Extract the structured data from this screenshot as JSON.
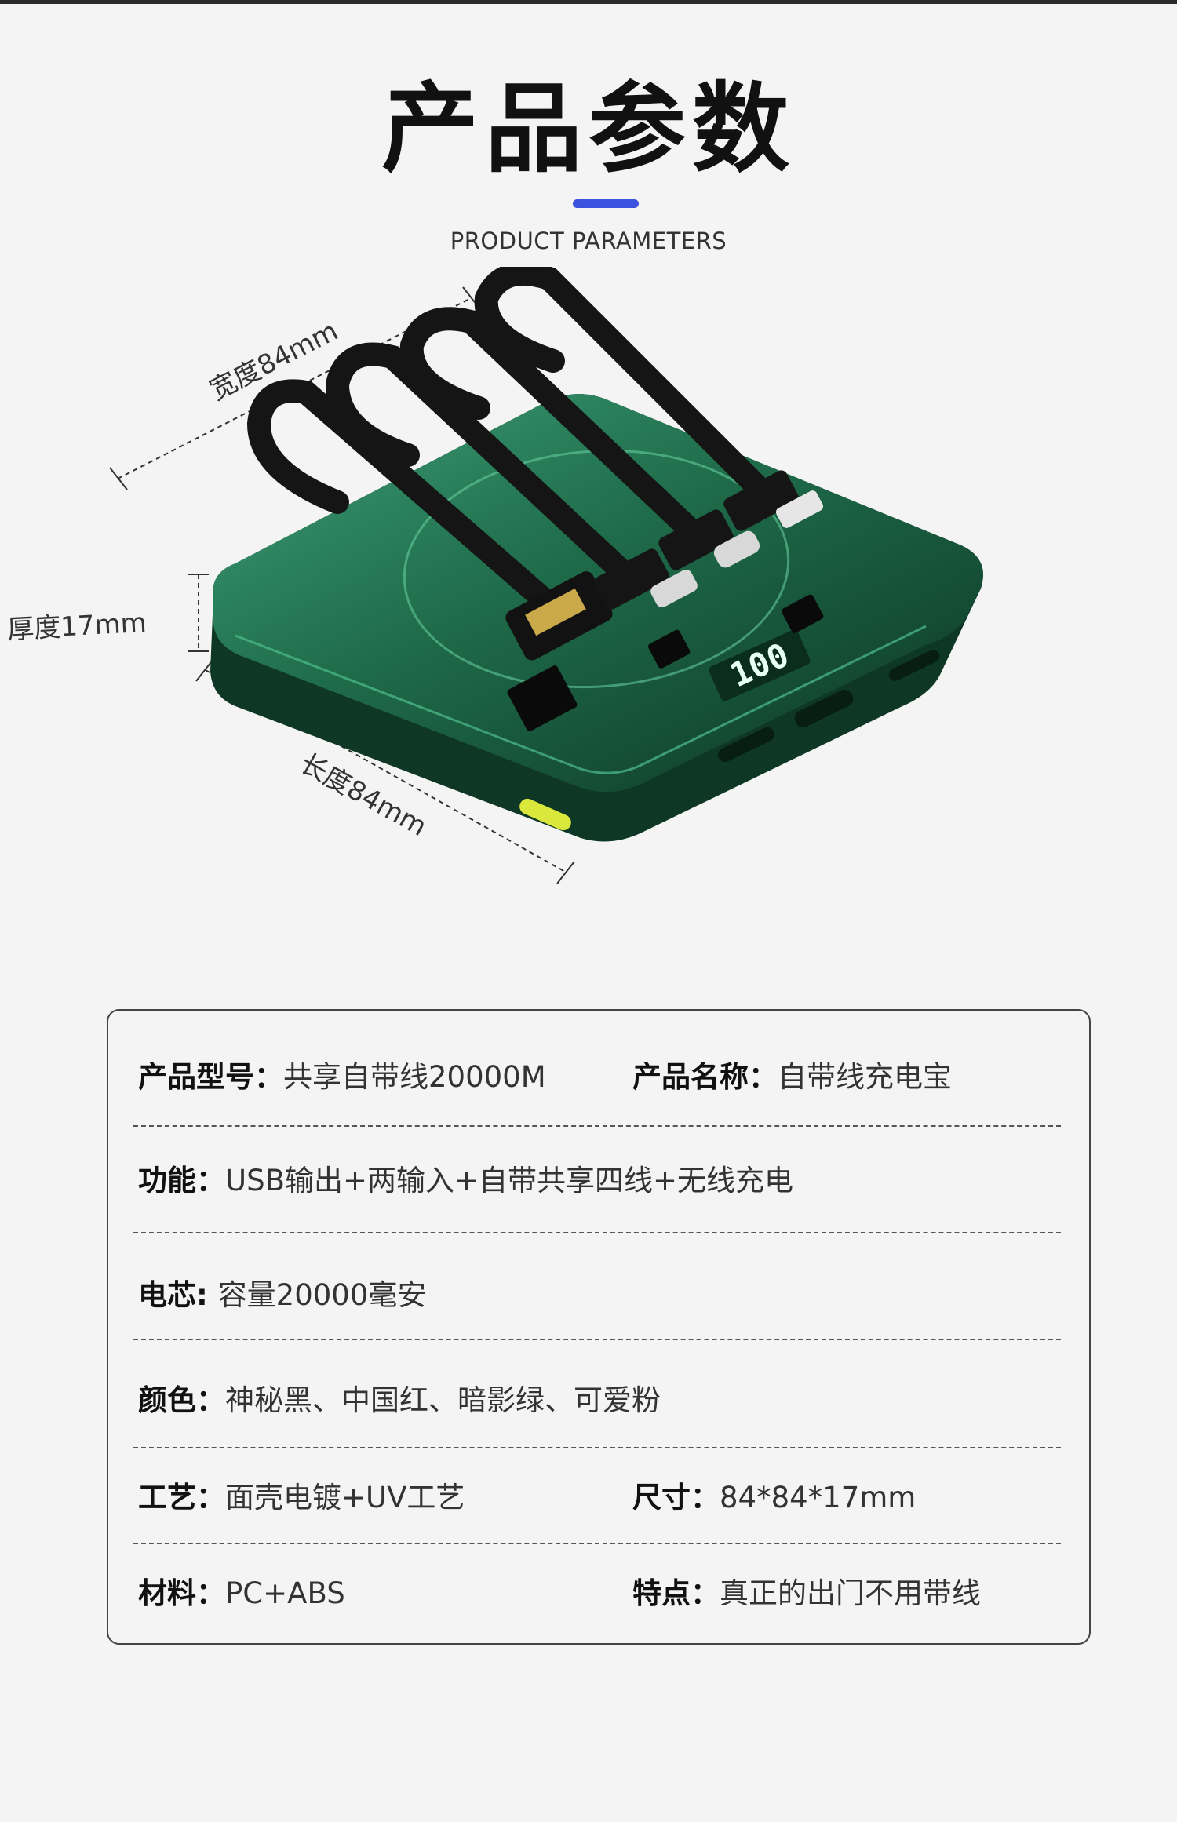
{
  "header": {
    "title": "产品参数",
    "subtitle": "PRODUCT PARAMETERS"
  },
  "product_figure": {
    "width_label": "宽度84mm",
    "thickness_label": "厚度17mm",
    "length_label": "长度84mm",
    "display_reading": "100",
    "body_color": "#1f6e4e"
  },
  "specs": {
    "model": {
      "label": "产品型号：",
      "value": "共享自带线20000M"
    },
    "name": {
      "label": "产品名称：",
      "value": "自带线充电宝"
    },
    "function": {
      "label": "功能：",
      "value": "USB输出+两输入+自带共享四线+无线充电"
    },
    "cell": {
      "label": "电芯: ",
      "value": "容量20000毫安"
    },
    "color": {
      "label": "颜色：",
      "value": "神秘黑、中国红、暗影绿、可爱粉"
    },
    "craft": {
      "label": "工艺：",
      "value": "面壳电镀+UV工艺"
    },
    "size": {
      "label": "尺寸：",
      "value": "84*84*17mm"
    },
    "material": {
      "label": "材料：",
      "value": "PC+ABS"
    },
    "feature": {
      "label": "特点：",
      "value": "真正的出门不用带线"
    }
  },
  "colors": {
    "accent_bar": "#3d53e0",
    "background": "#f4f4f4"
  }
}
